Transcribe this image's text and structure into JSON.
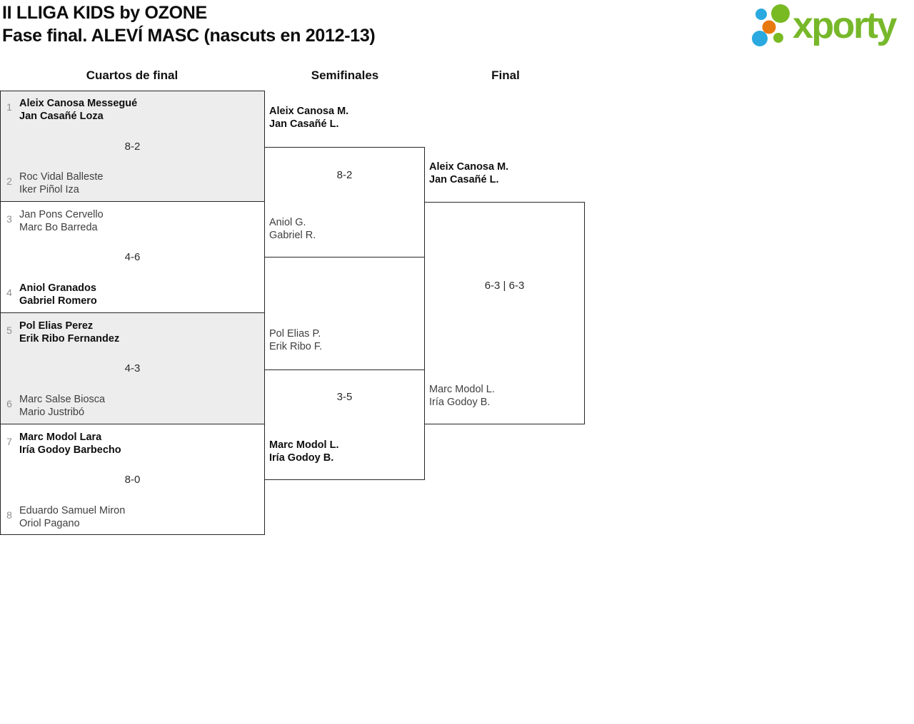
{
  "header": {
    "title_line1": "II LLIGA KIDS by OZONE",
    "title_line2": "Fase final. ALEVÍ MASC (nascuts en 2012-13)",
    "logo": {
      "wordmark": "xporty",
      "colors": {
        "green": "#79ba23",
        "blue": "#29a9e0",
        "orange": "#e8790f",
        "wordmark_green": "#77b82a"
      }
    }
  },
  "columns": [
    {
      "label": "Cuartos de final"
    },
    {
      "label": "Semifinales"
    },
    {
      "label": "Final"
    }
  ],
  "bracket": {
    "quarterfinals": [
      {
        "seed_top": "1",
        "team_top": [
          "Aleix Canosa Messegué",
          "Jan Casañé Loza"
        ],
        "score": "8-2",
        "seed_bottom": "2",
        "team_bottom": [
          "Roc Vidal Balleste",
          "Iker Piñol Iza"
        ]
      },
      {
        "seed_top": "3",
        "team_top": [
          "Jan Pons Cervello",
          "Marc Bo Barreda"
        ],
        "score": "4-6",
        "seed_bottom": "4",
        "team_bottom": [
          "Aniol Granados",
          "Gabriel Romero"
        ]
      },
      {
        "seed_top": "5",
        "team_top": [
          "Pol Elias Perez",
          "Erik Ribo Fernandez"
        ],
        "score": "4-3",
        "seed_bottom": "6",
        "team_bottom": [
          "Marc Salse Biosca",
          "Mario Justribó"
        ]
      },
      {
        "seed_top": "7",
        "team_top": [
          "Marc Modol Lara",
          "Iría Godoy Barbecho"
        ],
        "score": "8-0",
        "seed_bottom": "8",
        "team_bottom": [
          "Eduardo Samuel Miron",
          "Oriol Pagano"
        ]
      }
    ],
    "semifinals": [
      {
        "team_top": [
          "Aleix Canosa M.",
          "Jan Casañé L."
        ],
        "score": "8-2",
        "team_bottom": [
          "Aniol G.",
          "Gabriel R."
        ]
      },
      {
        "team_top": [
          "Pol Elias P.",
          "Erik Ribo F."
        ],
        "score": "3-5",
        "team_bottom": [
          "Marc Modol L.",
          "Iría Godoy B."
        ]
      }
    ],
    "final": {
      "team_top": [
        "Aleix Canosa M.",
        "Jan Casañé L."
      ],
      "score": "6-3 | 6-3",
      "team_bottom": [
        "Marc Modol L.",
        "Iría Godoy B."
      ]
    }
  }
}
